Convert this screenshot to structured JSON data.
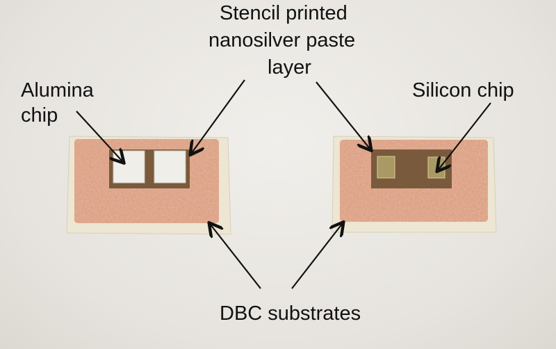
{
  "labels": {
    "stencil_line1": "Stencil printed",
    "stencil_line2": "nanosilver paste",
    "stencil_line3": "layer",
    "alumina_line1": "Alumina",
    "alumina_line2": "chip",
    "silicon": "Silicon chip",
    "dbc": "DBC substrates"
  },
  "colors": {
    "ceramic": "#ece6d2",
    "copper": "#d99b7e",
    "paste": "#7a5a3c",
    "alumina": "#efeee9",
    "silicon": "#a89a62"
  }
}
